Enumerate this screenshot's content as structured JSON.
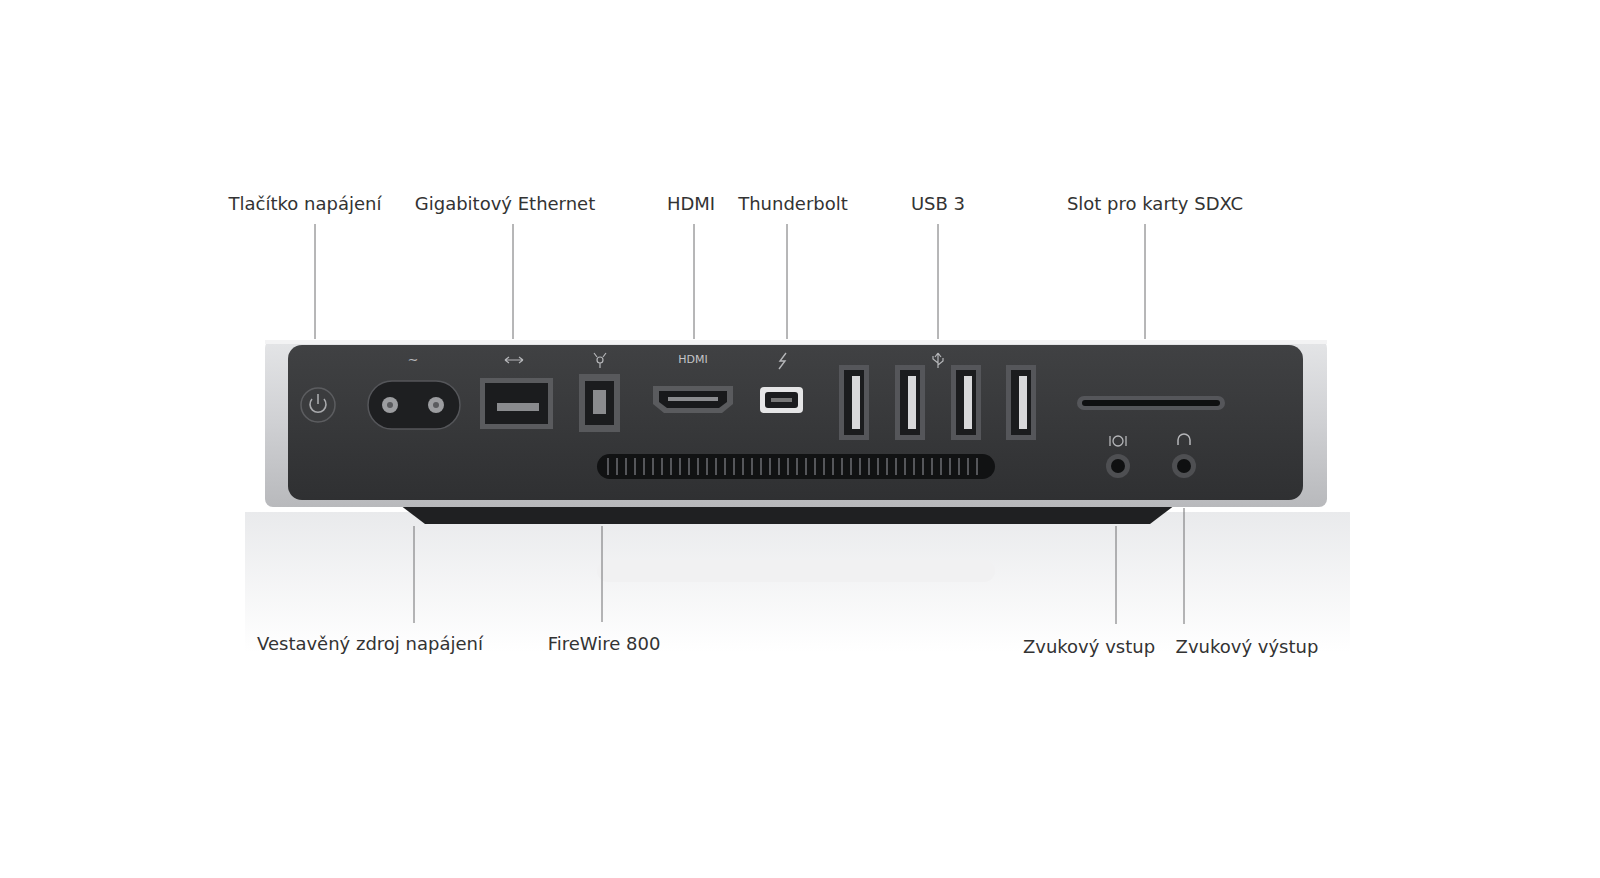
{
  "diagram": {
    "labels": [
      "Tlačítko napájení",
      "Gigabitový Ethernet",
      "HDMI",
      "Thunderbolt",
      "USB 3",
      "Slot pro karty SDXC",
      "HDMI",
      "Vestavěný zdroj napájení",
      "FireWire 800",
      "Zvukový vstup",
      "Zvukový výstup"
    ]
  }
}
